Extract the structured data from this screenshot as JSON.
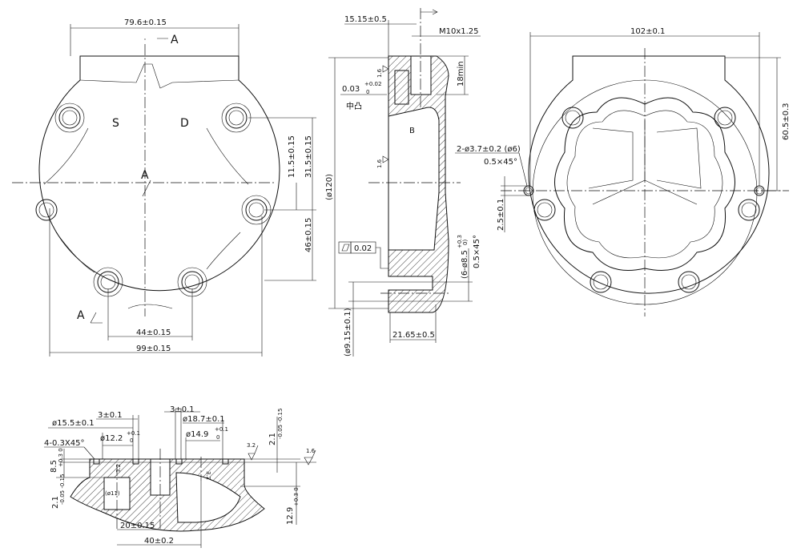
{
  "front_view": {
    "width_top": "79.6±0.15",
    "section_mark_top": "A",
    "label_s": "S",
    "label_d": "D",
    "section_mark_center": "A",
    "section_mark_bottom": "A",
    "dim_11_5": "11.5±0.15",
    "dim_31_5": "31.5±0.15",
    "dim_46": "46±0.15",
    "dim_44": "44±0.15",
    "dim_99": "99±0.15"
  },
  "section_view": {
    "dim_15_15": "15.15±0.5",
    "thread": "M10x1.25",
    "roughness_1": "1.6",
    "flatness_value": "0.03",
    "flatness_upper": "+0.02",
    "flatness_lower": "0",
    "convex_note": "中凸",
    "depth": "18min",
    "label_b": "B",
    "roughness_2": "1.6",
    "diameter_120": "(ø120)",
    "flatness_tol": "0.02",
    "holes": "(6-ø8.5",
    "holes_tol_upper": "+0.3",
    "holes_tol_lower": "0)",
    "chamfer": "0.5×45°",
    "diameter_9_15": "(ø9.15±0.1)",
    "dim_21_65": "21.65±0.5"
  },
  "rear_view": {
    "dim_102": "102±0.1",
    "dim_60_5": "60.5±0.3",
    "pin_holes": "2-ø3.7±0.2 (ø6)",
    "chamfer": "0.5×45°",
    "dim_2_5": "2.5±0.1"
  },
  "detail_section": {
    "width_3_left": "3±0.1",
    "dia_15_5": "ø15.5±0.1",
    "dia_12_2": "ø12.2",
    "dia_12_2_upper": "+0.1",
    "dia_12_2_lower": "0",
    "chamfer_4": "4-0.3X45°",
    "width_3_right": "3±0.1",
    "dia_18_7": "ø18.7±0.1",
    "dia_14_9": "ø14.9",
    "dia_14_9_upper": "+0.1",
    "dia_14_9_lower": "0",
    "depth_2_1_right": "2.1",
    "depth_2_1_right_tol": "-0.05 -0.15",
    "roughness_3_2_top": "3.2",
    "roughness_1_6": "1.6",
    "depth_8_5": "8.5",
    "depth_8_5_tol": "+0.3 0",
    "depth_2_1_left": "2.1",
    "depth_2_1_left_tol": "-0.05 -0.15",
    "dia_11": "(ø11)",
    "roughness_3_2_a": "3.2",
    "roughness_3_2_b": "3.2",
    "depth_12_9": "12.9",
    "depth_12_9_tol": "+0.3 0",
    "dim_20": "20±0.15",
    "dim_40": "40±0.2"
  }
}
